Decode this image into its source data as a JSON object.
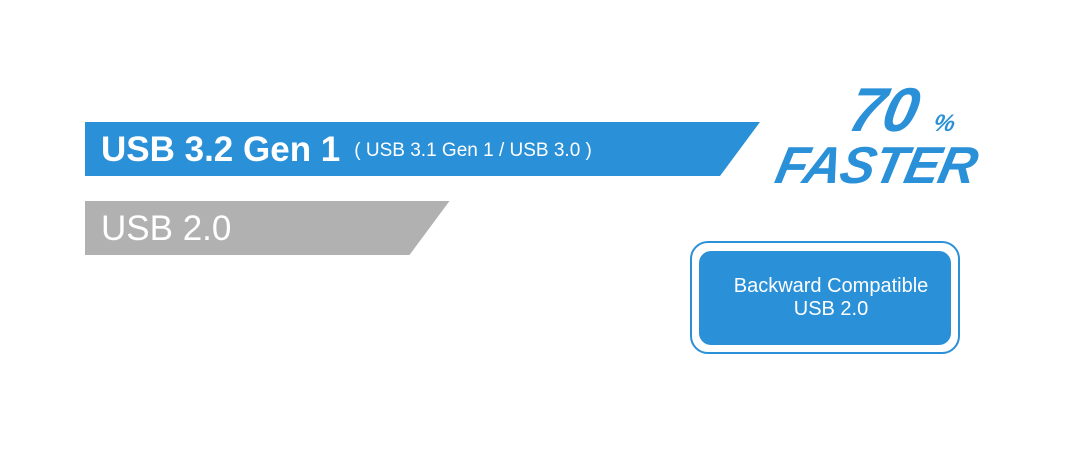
{
  "chart_data": {
    "type": "bar",
    "orientation": "horizontal",
    "categories": [
      "USB 3.2 Gen 1",
      "USB 2.0"
    ],
    "category_notes": [
      "( USB 3.1 Gen 1 / USB 3.0 )",
      ""
    ],
    "values": [
      100,
      54
    ],
    "colors": [
      "#2a90d8",
      "#b1b1b1"
    ],
    "xlim": [
      0,
      100
    ],
    "grid": false,
    "legend": "none",
    "title": "",
    "xlabel": "",
    "ylabel": ""
  },
  "speed_callout": {
    "number": "70",
    "unit": "%",
    "word": "FASTER"
  },
  "compatibility_badge": {
    "line1": "Backward Compatible",
    "line2": "USB 2.0"
  }
}
